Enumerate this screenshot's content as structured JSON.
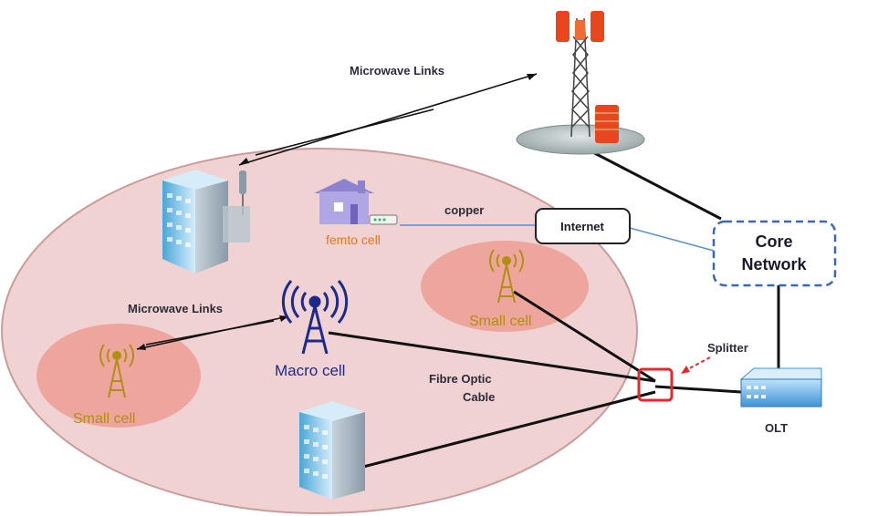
{
  "labels": {
    "microwave_top": "Microwave Links",
    "microwave_left": "Microwave Links",
    "copper": "copper",
    "internet": "Internet",
    "core_line1": "Core",
    "core_line2": "Network",
    "femto": "femto cell",
    "small_cell_right": "Small cell",
    "small_cell_left": "Small cell",
    "macro": "Macro cell",
    "fibre_line1": "Fibre Optic",
    "fibre_line2": "Cable",
    "splitter": "Splitter",
    "olt": "OLT"
  },
  "colors": {
    "coverage_fill": "#f1d2d2",
    "coverage_stroke": "#c89c9c",
    "small_cell_fill": "#ec9e94",
    "olive": "#b09010",
    "macro_blue": "#1c2a8c",
    "femto_orange": "#e8741a",
    "core_dash": "#3b67b4",
    "splitter_red": "#e8272a",
    "internet_line": "#5b8fd6"
  }
}
